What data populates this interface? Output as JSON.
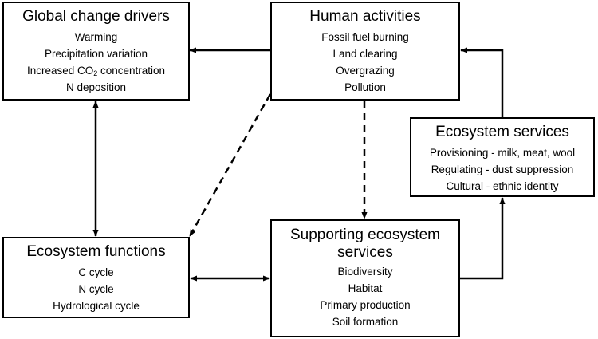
{
  "global_change_drivers": {
    "title": "Global change drivers",
    "items": [
      "Warming",
      "Precipitation variation",
      "N deposition"
    ],
    "co2_item": {
      "prefix": "Increased CO",
      "subscript": "2",
      "suffix": " concentration"
    }
  },
  "human_activities": {
    "title": "Human activities",
    "items": [
      "Fossil fuel burning",
      "Land clearing",
      "Overgrazing",
      "Pollution"
    ]
  },
  "ecosystem_services": {
    "title": "Ecosystem services",
    "items": [
      "Provisioning - milk, meat, wool",
      "Regulating - dust suppression",
      "Cultural - ethnic identity"
    ]
  },
  "ecosystem_functions": {
    "title": "Ecosystem functions",
    "items": [
      "C cycle",
      "N cycle",
      "Hydrological cycle"
    ]
  },
  "supporting_services": {
    "title_line1": "Supporting ecosystem",
    "title_line2": "services",
    "items": [
      "Biodiversity",
      "Habitat",
      "Primary production",
      "Soil formation"
    ]
  }
}
